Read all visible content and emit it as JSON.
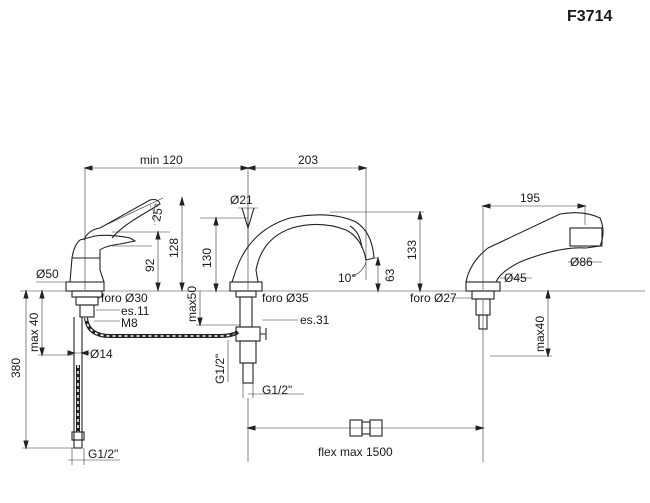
{
  "product_code": "F3714",
  "dimensions": {
    "min_120": "min 120",
    "d203": "203",
    "d195": "195",
    "phi21": "Ø21",
    "angle25": "25°",
    "d128": "128",
    "d92": "92",
    "d130": "130",
    "max50": "max50",
    "angle10": "10°",
    "d63": "63",
    "d133": "133",
    "phi50": "Ø50",
    "phi45": "Ø45",
    "phi86": "Ø86",
    "foro30": "foro Ø30",
    "es11": "es.11",
    "m8": "M8",
    "foro35": "foro Ø35",
    "foro27": "foro Ø27",
    "es31": "es.31",
    "max40_left": "max 40",
    "max40_right": "max40",
    "d380": "380",
    "phi14": "Ø14",
    "g12_vertical": "G1/2\"",
    "g12_center": "G1/2\"",
    "g12_bottom": "G1/2\"",
    "flex": "flex max 1500"
  }
}
